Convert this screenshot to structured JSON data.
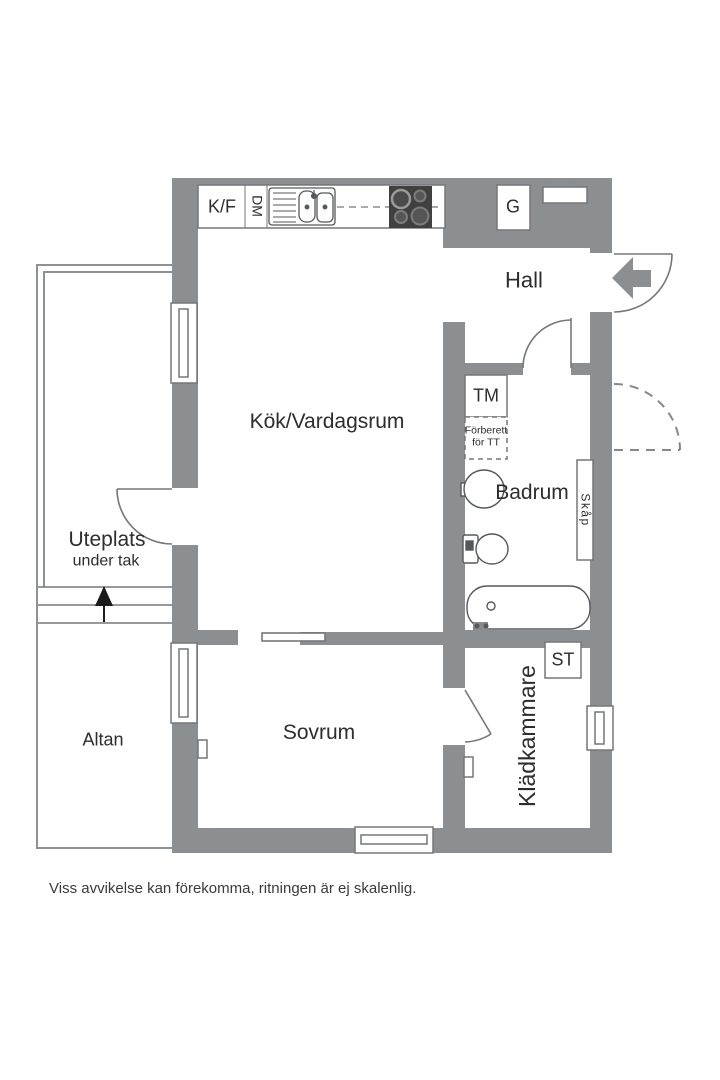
{
  "rooms": {
    "kitchen_living": "Kök/Vardagsrum",
    "hall": "Hall",
    "bathroom": "Badrum",
    "bedroom": "Sovrum",
    "closet": "Klädkammare",
    "patio": "Uteplats",
    "patio_sub": "under tak",
    "deck": "Altan"
  },
  "appliances": {
    "fridge_freezer": "K/F",
    "dishwasher": "DM",
    "wardrobe": "G",
    "washing_machine": "TM",
    "dryer_prep_line1": "Förberett",
    "dryer_prep_line2": "för TT",
    "cabinet": "Skåp",
    "cleaning_closet": "ST"
  },
  "footer": {
    "disclaimer": "Viss avvikelse kan förekomma, ritningen är ej skalenlig."
  },
  "colors": {
    "wall": "#8c8f91",
    "outline": "#74777a",
    "stove": "#404040",
    "text": "#2d2d2d",
    "background": "#ffffff"
  }
}
